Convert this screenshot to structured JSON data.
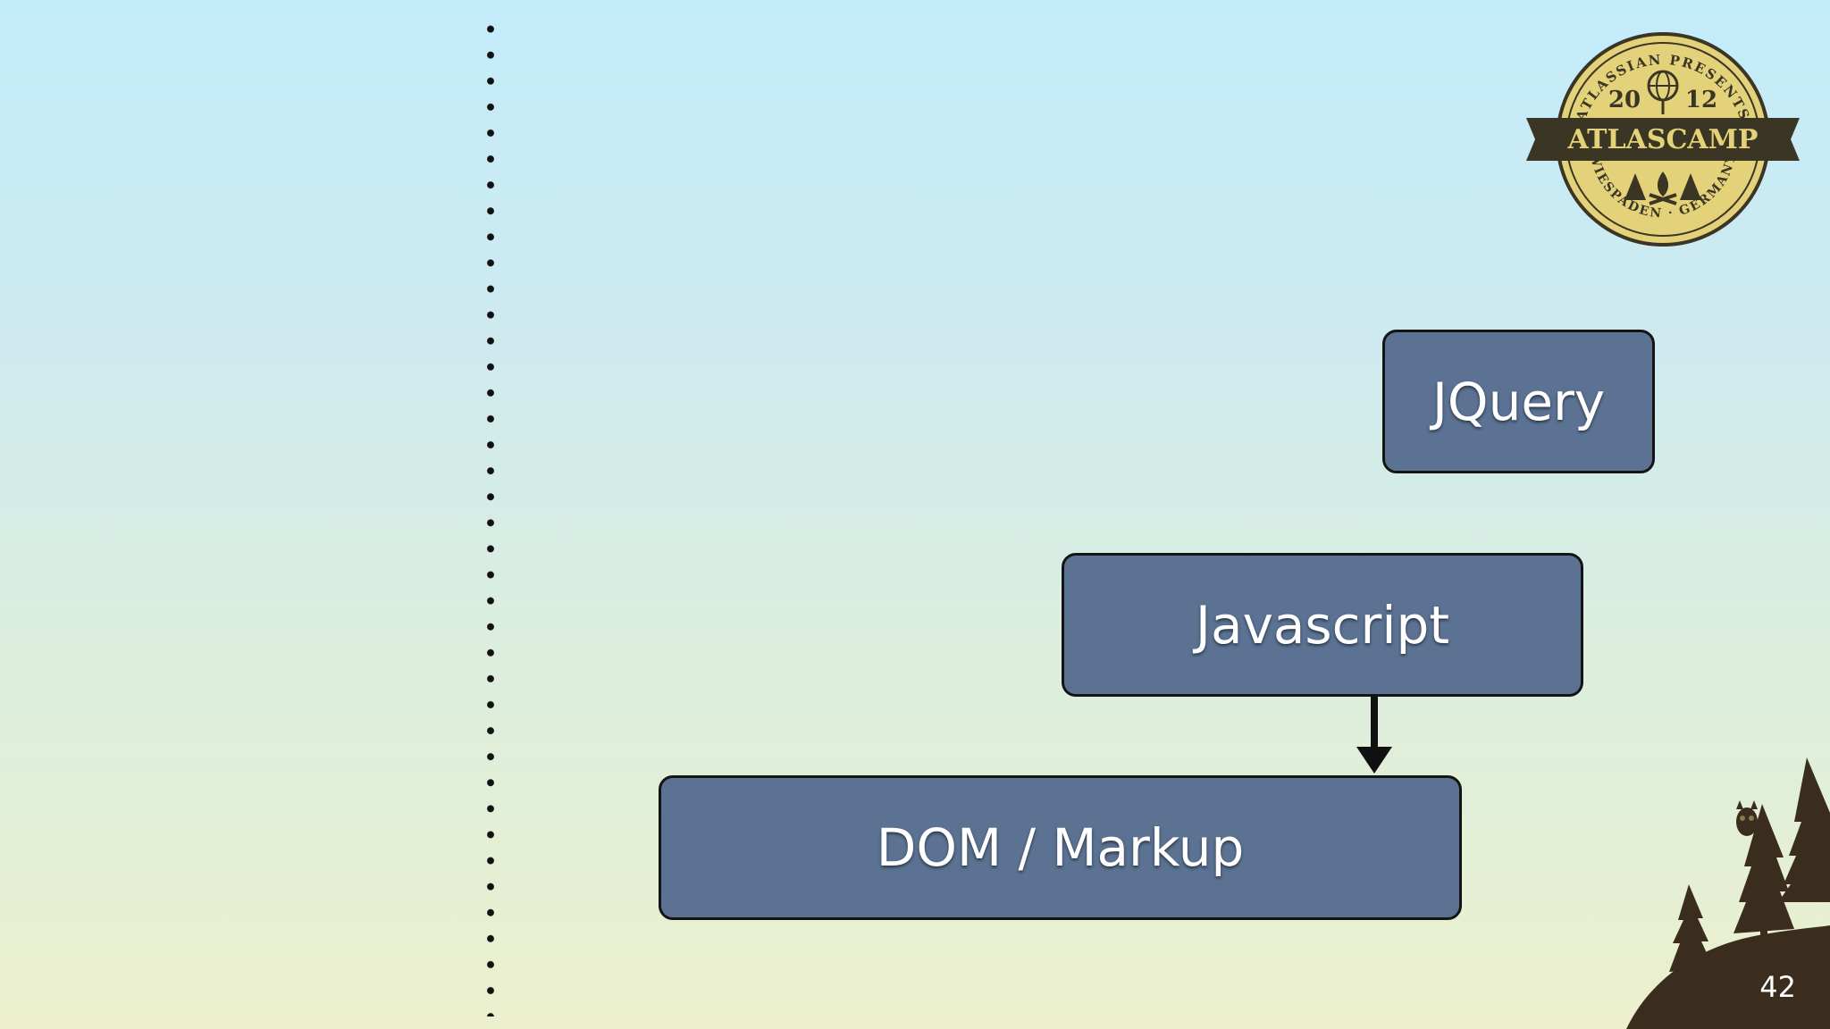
{
  "diagram": {
    "boxes": {
      "jquery": "JQuery",
      "javascript": "Javascript",
      "dom_markup": "DOM / Markup"
    },
    "edges": [
      {
        "from": "Javascript",
        "to": "DOM / Markup"
      }
    ]
  },
  "badge": {
    "top_text": "ATLASSIAN PRESENTS",
    "year_left": "20",
    "year_right": "12",
    "banner": "ATLASCAMP",
    "bottom_text": "WIESPADEN · GERMANY"
  },
  "slide": {
    "page_number": "42"
  },
  "icons": {
    "logo": "atlascamp-badge-icon",
    "scenery": "forest-hill-icon",
    "separator": "dotted-divider"
  }
}
